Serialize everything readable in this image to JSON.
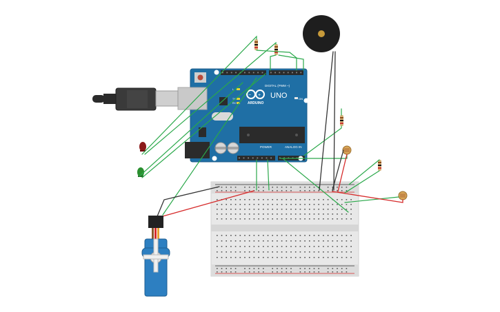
{
  "arduino": {
    "brand": "ARDUINO",
    "model": "UNO",
    "digital_label": "DIGITAL (PWM ~)",
    "power_label": "POWER",
    "analog_label": "ANALOG IN",
    "on_label": "ON",
    "tx_label": "TX",
    "rx_label": "RX",
    "l_label": "L"
  },
  "components": {
    "led_red": "red LED",
    "led_green": "green LED",
    "buzzer": "piezo buzzer",
    "servo": "micro servo",
    "usb_cable": "USB cable",
    "resistor": "resistor",
    "photoresistor": "photoresistor",
    "breadboard": "breadboard"
  },
  "colors": {
    "board": "#1f6fa5",
    "wire_green": "#2aa84a",
    "wire_red": "#d62b2b",
    "wire_black": "#333333",
    "breadboard": "#e6e6e6",
    "servo_blue": "#2d7fc1"
  }
}
